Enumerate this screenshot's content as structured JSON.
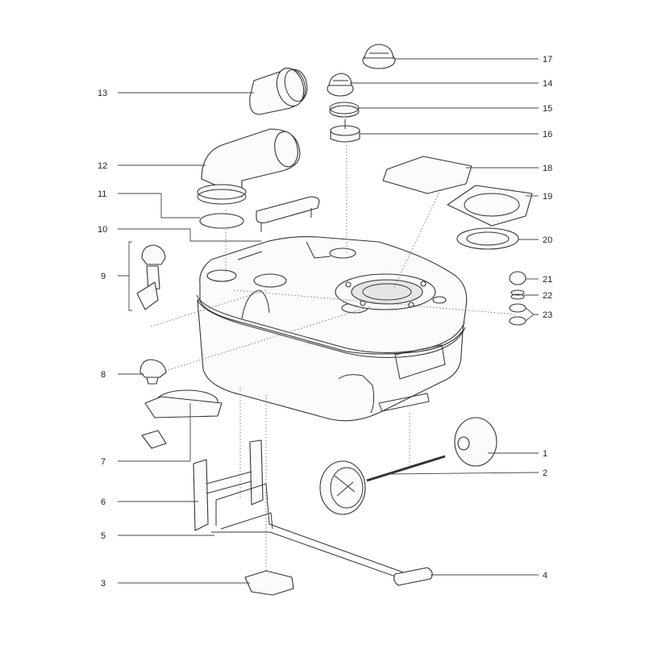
{
  "callouts": [
    {
      "id": "1",
      "name": "callout-1"
    },
    {
      "id": "2",
      "name": "callout-2"
    },
    {
      "id": "3",
      "name": "callout-3"
    },
    {
      "id": "4",
      "name": "callout-4"
    },
    {
      "id": "5",
      "name": "callout-5"
    },
    {
      "id": "6",
      "name": "callout-6"
    },
    {
      "id": "7",
      "name": "callout-7"
    },
    {
      "id": "8",
      "name": "callout-8"
    },
    {
      "id": "9",
      "name": "callout-9"
    },
    {
      "id": "10",
      "name": "callout-10"
    },
    {
      "id": "11",
      "name": "callout-11"
    },
    {
      "id": "12",
      "name": "callout-12"
    },
    {
      "id": "13",
      "name": "callout-13"
    },
    {
      "id": "14",
      "name": "callout-14"
    },
    {
      "id": "15",
      "name": "callout-15"
    },
    {
      "id": "16",
      "name": "callout-16"
    },
    {
      "id": "17",
      "name": "callout-17"
    },
    {
      "id": "18",
      "name": "callout-18"
    },
    {
      "id": "19",
      "name": "callout-19"
    },
    {
      "id": "20",
      "name": "callout-20"
    },
    {
      "id": "21",
      "name": "callout-21"
    },
    {
      "id": "22",
      "name": "callout-22"
    },
    {
      "id": "23",
      "name": "callout-23"
    }
  ]
}
